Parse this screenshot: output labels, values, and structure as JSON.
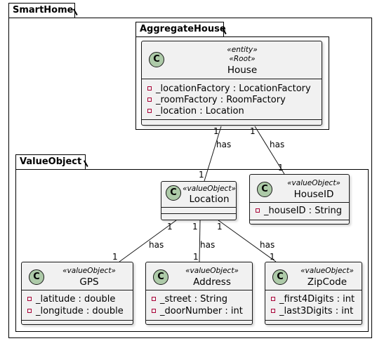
{
  "packages": {
    "smarthome": "SmartHome",
    "aggregate": "AggregateHouse",
    "valueobject": "ValueObject"
  },
  "classes": {
    "house": {
      "stereotypes": [
        "«entity»",
        "«Root»"
      ],
      "name": "House",
      "attributes": [
        "_locationFactory : LocationFactory",
        "_roomFactory : RoomFactory",
        "_location : Location"
      ]
    },
    "location": {
      "stereotype": "«valueObject»",
      "name": "Location",
      "attributes": []
    },
    "houseid": {
      "stereotype": "«valueObject»",
      "name": "HouseID",
      "attributes": [
        "_houseID : String"
      ]
    },
    "gps": {
      "stereotype": "«valueObject»",
      "name": "GPS",
      "attributes": [
        "_latitude : double",
        "_longitude : double"
      ]
    },
    "address": {
      "stereotype": "«valueObject»",
      "name": "Address",
      "attributes": [
        "_street : String",
        "_doorNumber : int"
      ]
    },
    "zipcode": {
      "stereotype": "«valueObject»",
      "name": "ZipCode",
      "attributes": [
        "_first4Digits : int",
        "_last3Digits : int"
      ]
    }
  },
  "relations": [
    {
      "from": "house",
      "to": "location",
      "label": "has",
      "from_mult": "1",
      "to_mult": "1"
    },
    {
      "from": "house",
      "to": "houseid",
      "label": "has",
      "from_mult": "1",
      "to_mult": "1"
    },
    {
      "from": "location",
      "to": "gps",
      "label": "has",
      "from_mult": "1",
      "to_mult": "1"
    },
    {
      "from": "location",
      "to": "address",
      "label": "has",
      "from_mult": "1",
      "to_mult": "1"
    },
    {
      "from": "location",
      "to": "zipcode",
      "label": "has",
      "from_mult": "1",
      "to_mult": "1"
    }
  ],
  "class_icon_letter": "C",
  "colors": {
    "class_fill": "#f1f1f1",
    "class_icon": "#adcaa8",
    "private_marker": "#a80036"
  }
}
